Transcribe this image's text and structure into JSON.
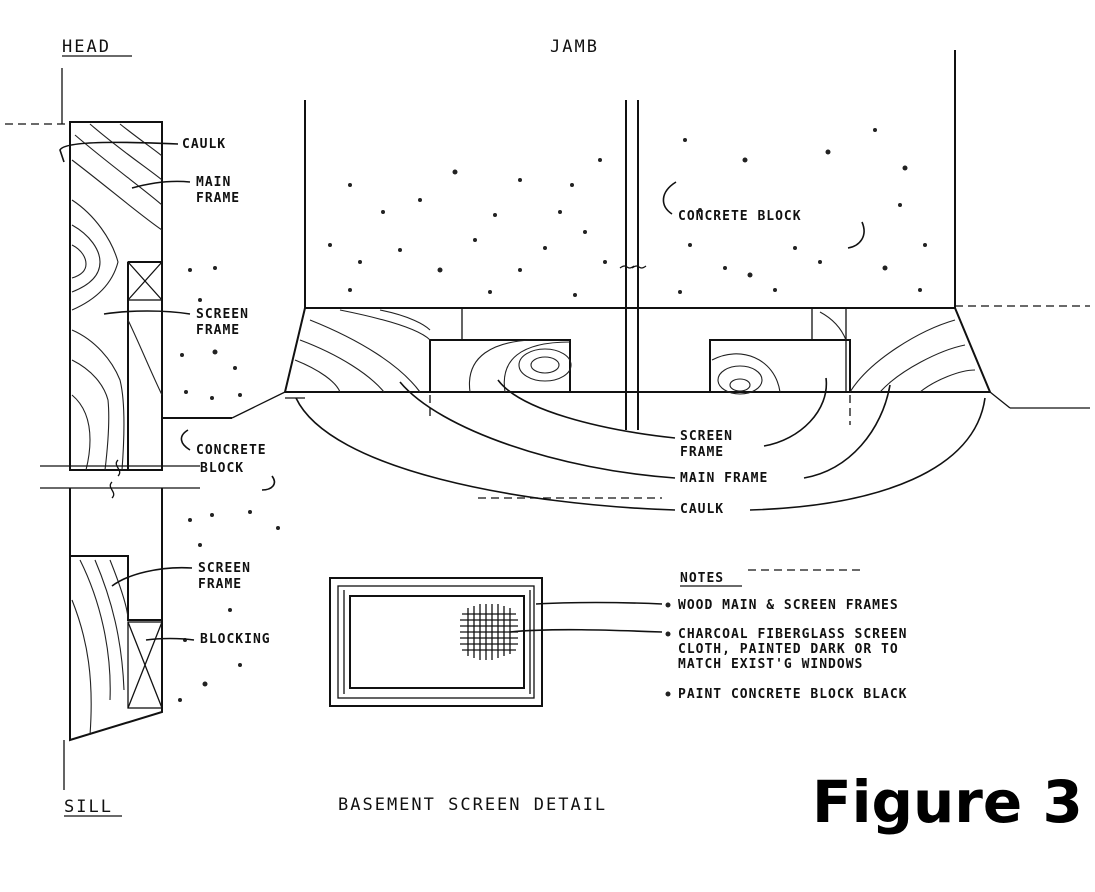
{
  "views": {
    "head": "HEAD",
    "jamb": "JAMB",
    "sill": "SILL"
  },
  "labels": {
    "caulk": "CAULK",
    "main_frame": [
      "MAIN",
      "FRAME"
    ],
    "screen_frame": [
      "SCREEN",
      "FRAME"
    ],
    "concrete_block_left": [
      "CONCRETE",
      "BLOCK"
    ],
    "concrete_block_jamb": "CONCRETE BLOCK",
    "blocking": "BLOCKING",
    "jamb_screen_frame": [
      "SCREEN",
      "FRAME"
    ],
    "jamb_main_frame": "MAIN FRAME",
    "jamb_caulk": "CAULK"
  },
  "notes": {
    "heading": "NOTES",
    "items": [
      [
        "WOOD MAIN & SCREEN FRAMES"
      ],
      [
        "CHARCOAL FIBERGLASS SCREEN",
        "CLOTH, PAINTED DARK OR TO",
        "MATCH EXIST'G WINDOWS"
      ],
      [
        "PAINT CONCRETE BLOCK BLACK"
      ]
    ]
  },
  "title": "BASEMENT SCREEN DETAIL",
  "figure_label": "Figure 3"
}
